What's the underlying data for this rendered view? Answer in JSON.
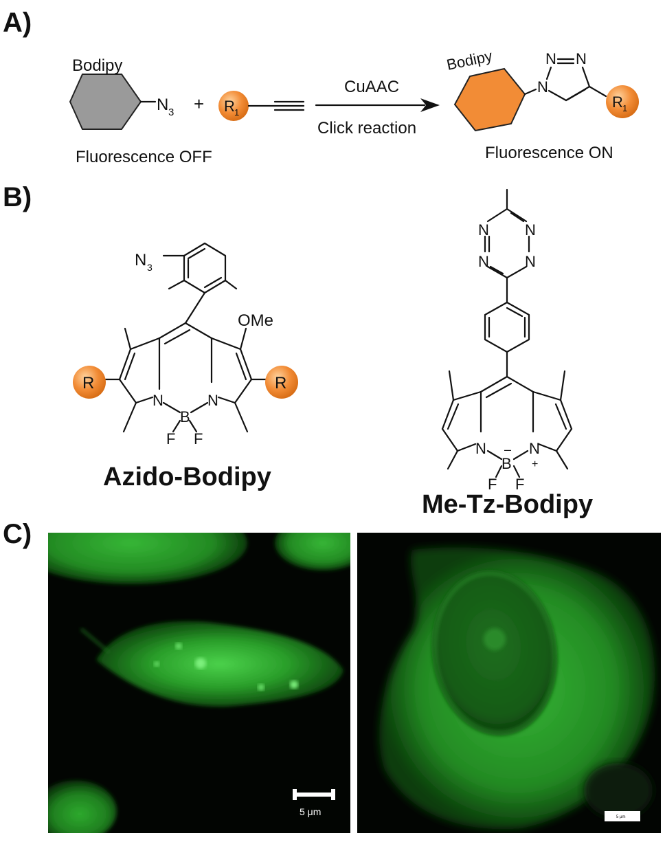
{
  "panels": {
    "a": {
      "label": "A)"
    },
    "b": {
      "label": "B)"
    },
    "c": {
      "label": "C)"
    }
  },
  "scheme": {
    "reactant_name": "Bodipy",
    "azide_n": "N",
    "azide_sub": "3",
    "plus": "+",
    "r1_text": "R",
    "r1_sub": "1",
    "catalyst": "CuAAC",
    "reaction_name": "Click reaction",
    "product_name": "Bodipy",
    "state_off": "Fluorescence OFF",
    "state_on": "Fluorescence ON",
    "triazole_atoms": {
      "n_a": "N",
      "n_b": "N",
      "n_c": "N"
    }
  },
  "structures": {
    "azido": {
      "name": "Azido-Bodipy",
      "n3_n": "N",
      "n3_sub": "3",
      "ome": "OMe",
      "r_left": "R",
      "r_right": "R",
      "atom_n1": "N",
      "atom_n2": "N",
      "atom_b": "B",
      "atom_f1": "F",
      "atom_f2": "F"
    },
    "metz": {
      "name": "Me-Tz-Bodipy",
      "tz_n1": "N",
      "tz_n2": "N",
      "tz_n3": "N",
      "tz_n4": "N",
      "atom_n1": "N",
      "atom_n2": "N",
      "atom_b": "B",
      "atom_f1": "F",
      "atom_f2": "F",
      "minus": "–",
      "plus": "+"
    }
  },
  "micrographs": {
    "left_scale_label": "5 μm",
    "right_scale_label": "5 μm"
  },
  "colors": {
    "orange": "#f28c36",
    "gray_hex": "#9a9a9a",
    "fluor_green": "#3fc83f"
  }
}
